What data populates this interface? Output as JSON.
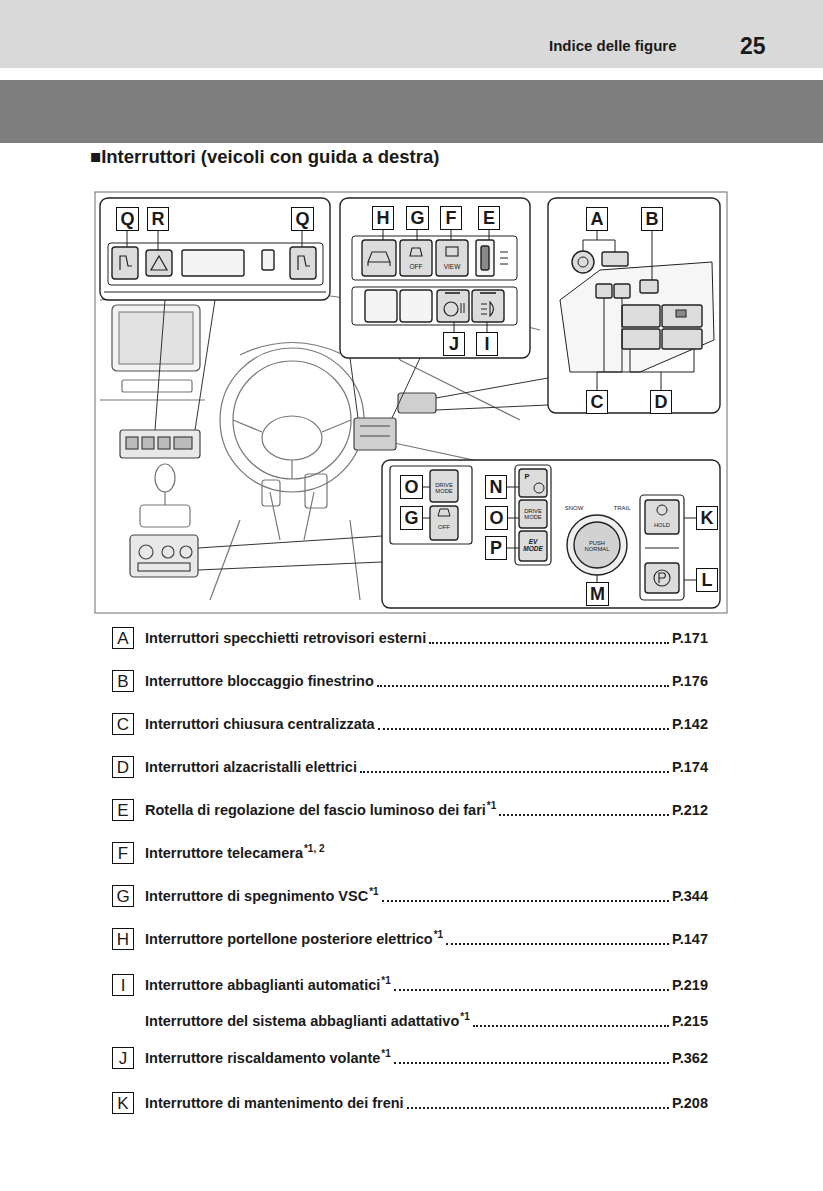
{
  "diagram": {
    "title": "■Interruttori (veicoli con guida a destra)",
    "nodes": [
      {
        "text": [
          "Q"
        ]
      },
      {
        "text": [
          "R"
        ]
      },
      {
        "text": [
          "Q"
        ]
      },
      {
        "text": [
          "H"
        ]
      },
      {
        "text": [
          "G"
        ]
      },
      {
        "text": [
          "F"
        ]
      },
      {
        "text": [
          "E"
        ]
      },
      {
        "text": [
          "A"
        ]
      },
      {
        "text": [
          "B"
        ]
      },
      {
        "text": [
          "J"
        ]
      },
      {
        "text": [
          "I"
        ]
      },
      {
        "text": [
          "C"
        ]
      },
      {
        "text": [
          "D"
        ]
      },
      {
        "text": [
          "O"
        ]
      },
      {
        "text": [
          "N"
        ]
      },
      {
        "text": [
          "G"
        ]
      },
      {
        "text": [
          "O"
        ]
      },
      {
        "text": [
          "K"
        ]
      },
      {
        "text": [
          "P"
        ]
      },
      {
        "text": [
          "M"
        ]
      },
      {
        "text": [
          "L"
        ]
      },
      {
        "text": [
          "A"
        ]
      },
      {
        "text": [
          "B"
        ]
      },
      {
        "text": [
          "C"
        ]
      },
      {
        "text": [
          "D"
        ]
      },
      {
        "text": [
          "E"
        ]
      },
      {
        "text": [
          "F"
        ]
      },
      {
        "text": [
          "G"
        ]
      },
      {
        "text": [
          "H"
        ]
      },
      {
        "text": [
          "I"
        ]
      },
      {
        "text": [
          "J"
        ]
      },
      {
        "text": [
          "K"
        ]
      }
    ],
    "labels": [
      "Indice delle figure",
      "25",
      "OFF",
      "VIEW",
      "DRIVE MODE",
      "OFF",
      "P",
      "DRIVE MODE",
      "EV MODE",
      "SNOW",
      "TRAIL",
      "PUSH NORMAL",
      "HOLD",
      "Interruttori specchietti retrovisori esterni",
      "P.171",
      "Interruttore bloccaggio finestrino",
      "P.176",
      "Interruttori chiusura centralizzata",
      "P.142",
      "Interruttori alzacristalli elettrici",
      "P.174",
      "Rotella di regolazione del fascio luminoso dei fari",
      "*1",
      "P.212",
      "Interruttore telecamera",
      "*1, 2",
      "Interruttore di spegnimento VSC",
      "*1",
      "P.344",
      "Interruttore portellone posteriore elettrico",
      "*1",
      "P.147",
      "Interruttore abbaglianti automatici",
      "*1",
      "P.219",
      "Interruttore del sistema abbaglianti adattativo",
      "*1",
      "P.215",
      "Interruttore riscaldamento volante",
      "*1",
      "P.362",
      "Interruttore di mantenimento dei freni",
      "P.208"
    ]
  }
}
